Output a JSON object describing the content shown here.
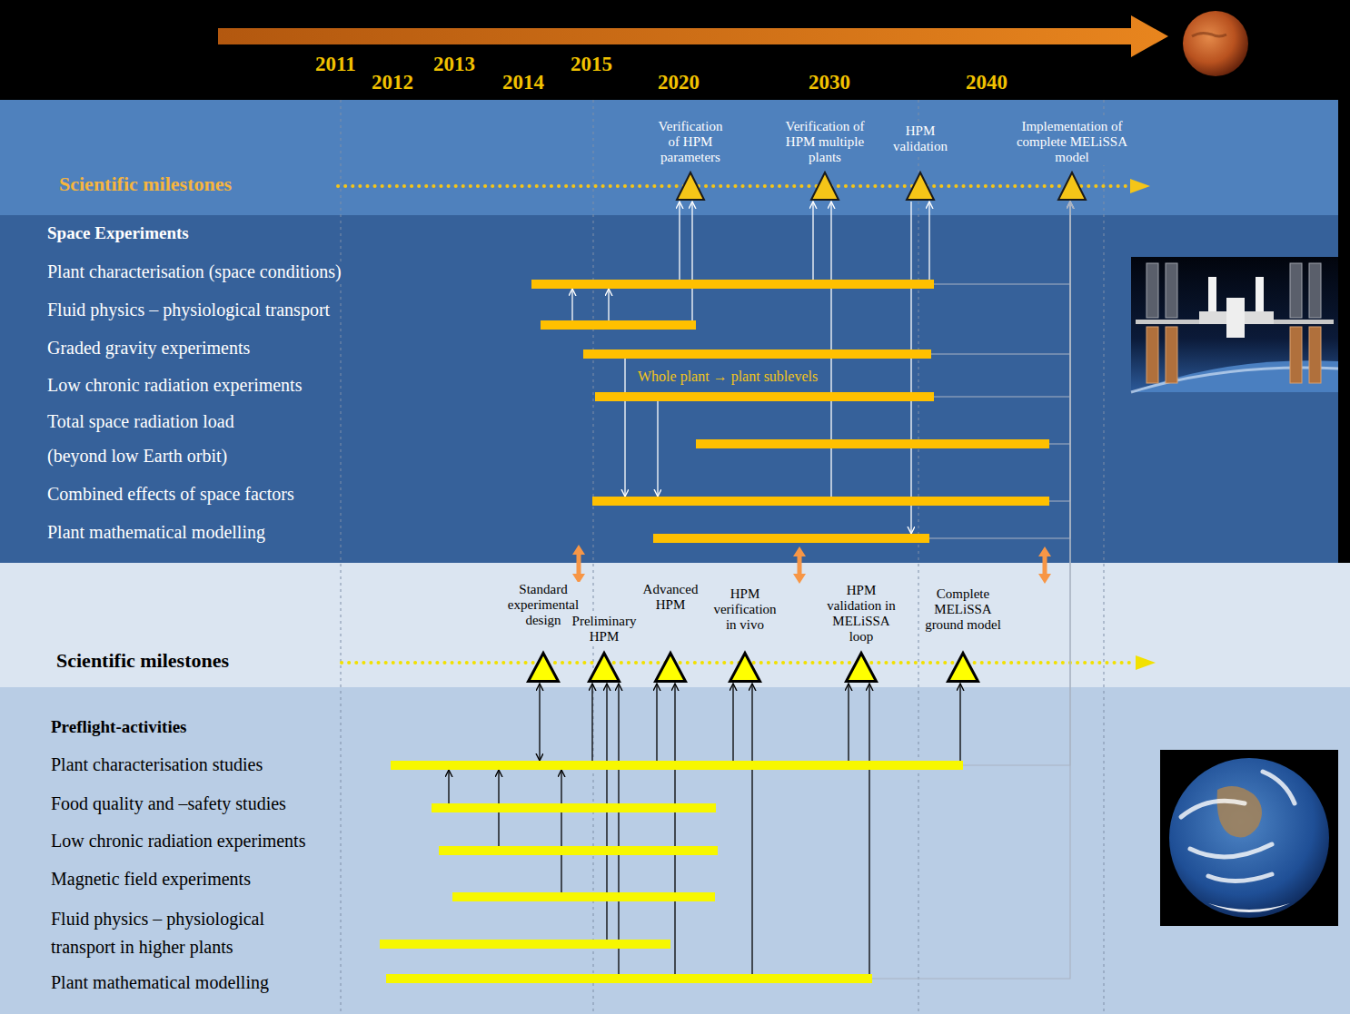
{
  "diagram": {
    "nodes": [
      {
        "text": [
          "Scientific milestones"
        ]
      },
      {
        "text": [
          "Verification of HPM parameters"
        ],
        "in": 0
      },
      {
        "text": [
          "Verification of HPM multiple plants"
        ],
        "in": 0
      },
      {
        "text": [
          "HPM validation"
        ],
        "in": 0
      },
      {
        "text": [
          "Implementation of complete MELiSSA model"
        ],
        "in": 0
      },
      {
        "text": [
          "Space Experiments"
        ]
      },
      {
        "text": [
          "Plant characterisation (space conditions)"
        ],
        "in": 5
      },
      {
        "text": [
          "Fluid physics – physiological transport"
        ],
        "in": 5
      },
      {
        "text": [
          "Graded gravity experiments"
        ],
        "in": 5
      },
      {
        "text": [
          "Low chronic radiation experiments"
        ],
        "in": 5
      },
      {
        "text": [
          "Total space radiation load (beyond low Earth orbit)"
        ],
        "in": 5
      },
      {
        "text": [
          "Combined effects of space factors"
        ],
        "in": 5
      },
      {
        "text": [
          "Plant mathematical modelling"
        ],
        "in": 5
      },
      {
        "text": [
          "Scientific milestones"
        ]
      },
      {
        "text": [
          "Standard experimental design"
        ],
        "in": 13
      },
      {
        "text": [
          "Preliminary HPM"
        ],
        "in": 13
      },
      {
        "text": [
          "Advanced HPM"
        ],
        "in": 13
      },
      {
        "text": [
          "HPM verification in vivo"
        ],
        "in": 13
      },
      {
        "text": [
          "HPM validation in MELiSSA loop"
        ],
        "in": 13
      },
      {
        "text": [
          "Complete MELiSSA ground model"
        ],
        "in": 13
      },
      {
        "text": [
          "Preflight-activities"
        ]
      },
      {
        "text": [
          "Plant characterisation studies"
        ],
        "in": 20
      },
      {
        "text": [
          "Food quality and –safety studies"
        ],
        "in": 20
      },
      {
        "text": [
          "Low chronic radiation experiments"
        ],
        "in": 20
      },
      {
        "text": [
          "Magnetic field experiments"
        ],
        "in": 20
      },
      {
        "text": [
          "Fluid physics – physiological transport in higher plants"
        ],
        "in": 20
      },
      {
        "text": [
          "Plant mathematical modelling"
        ],
        "in": 20
      }
    ],
    "edges": [
      {
        "from": 6,
        "to": 1,
        "arrow": "to"
      },
      {
        "from": 7,
        "to": 1,
        "arrow": "to"
      },
      {
        "from": 6,
        "to": 2,
        "arrow": "to"
      },
      {
        "from": 11,
        "to": 2,
        "arrow": "to"
      },
      {
        "from": 3,
        "to": 12,
        "arrow": "to"
      },
      {
        "from": 6,
        "to": 3,
        "arrow": "to"
      },
      {
        "from": 7,
        "to": 6,
        "arrow": "to"
      },
      {
        "from": 7,
        "to": 6,
        "arrow": "to"
      },
      {
        "from": 8,
        "to": 11,
        "arrow": "to"
      },
      {
        "from": 9,
        "to": 11,
        "arrow": "to"
      },
      {
        "from": 6,
        "to": 4,
        "arrow": "to"
      },
      {
        "from": 8,
        "to": 4,
        "arrow": "to"
      },
      {
        "from": 9,
        "to": 4,
        "arrow": "to"
      },
      {
        "from": 10,
        "to": 4,
        "arrow": "to"
      },
      {
        "from": 11,
        "to": 4,
        "arrow": "to"
      },
      {
        "from": 12,
        "to": 4,
        "arrow": "to"
      },
      {
        "from": 21,
        "to": 14,
        "arrow": "both"
      },
      {
        "from": 22,
        "to": 21,
        "arrow": "to"
      },
      {
        "from": 23,
        "to": 21,
        "arrow": "to"
      },
      {
        "from": 24,
        "to": 21,
        "arrow": "to"
      },
      {
        "from": 21,
        "to": 15,
        "arrow": "to"
      },
      {
        "from": 25,
        "to": 15,
        "arrow": "to"
      },
      {
        "from": 26,
        "to": 15,
        "arrow": "to"
      },
      {
        "from": 21,
        "to": 16,
        "arrow": "to"
      },
      {
        "from": 26,
        "to": 16,
        "arrow": "to"
      },
      {
        "from": 21,
        "to": 17,
        "arrow": "to"
      },
      {
        "from": 26,
        "to": 17,
        "arrow": "to"
      },
      {
        "from": 21,
        "to": 18,
        "arrow": "to"
      },
      {
        "from": 26,
        "to": 18,
        "arrow": "to"
      },
      {
        "from": 21,
        "to": 19,
        "arrow": "to"
      },
      {
        "from": 21,
        "to": 4,
        "arrow": "to"
      },
      {
        "from": 26,
        "to": 4,
        "arrow": "to"
      }
    ],
    "labels": [
      "2011",
      "2012",
      "2013",
      "2014",
      "2015",
      "2020",
      "2030",
      "2040",
      "Whole plant → plant sublevels"
    ]
  }
}
